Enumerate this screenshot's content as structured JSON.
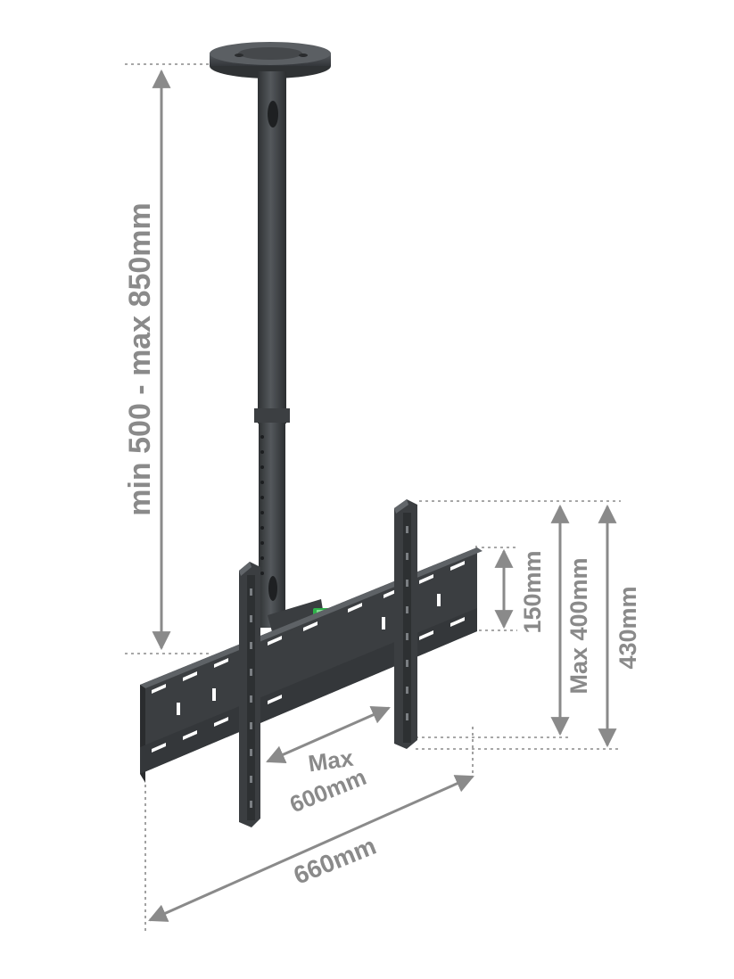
{
  "colors": {
    "background": "#ffffff",
    "dimension": "#8a8a8a",
    "mount_dark": "#3a3d3f",
    "mount_mid": "#4a4d50",
    "mount_light": "#5c6064",
    "slot": "#ffffff",
    "level_indicator": "#2fb24a"
  },
  "dimensions": {
    "pole_height": "min 500 - max 850mm",
    "vesa_vertical_small": "150mm",
    "vesa_vertical_max": "Max 400mm",
    "total_height": "430mm",
    "vesa_horizontal_max_line1": "Max",
    "vesa_horizontal_max_line2": "600mm",
    "total_width": "660mm"
  }
}
